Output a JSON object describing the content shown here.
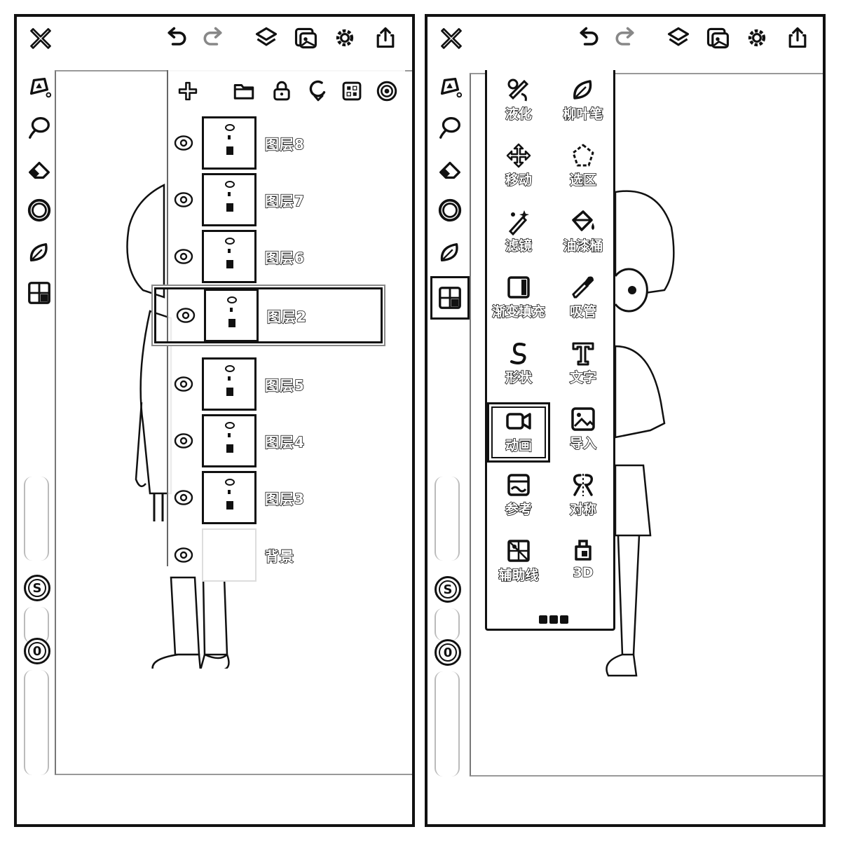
{
  "left_panel": {
    "layers_panel": {
      "layers": [
        {
          "name": "图层8"
        },
        {
          "name": "图层7"
        },
        {
          "name": "图层6"
        },
        {
          "name": "图层2",
          "selected": true
        },
        {
          "name": "图层5"
        },
        {
          "name": "图层4"
        },
        {
          "name": "图层3"
        },
        {
          "name": "背景"
        }
      ]
    },
    "badges": {
      "s": "S",
      "o": "0"
    }
  },
  "right_panel": {
    "tools": [
      {
        "label": "液化",
        "icon": "liquify-icon"
      },
      {
        "label": "柳叶笔",
        "icon": "leaf-pen-icon"
      },
      {
        "label": "移动",
        "icon": "move-icon"
      },
      {
        "label": "选区",
        "icon": "selection-icon"
      },
      {
        "label": "滤镜",
        "icon": "filter-wand-icon"
      },
      {
        "label": "油漆桶",
        "icon": "paint-bucket-icon"
      },
      {
        "label": "渐变填充",
        "icon": "gradient-fill-icon"
      },
      {
        "label": "吸管",
        "icon": "eyedropper-icon"
      },
      {
        "label": "形状",
        "icon": "shape-icon"
      },
      {
        "label": "文字",
        "icon": "text-icon"
      },
      {
        "label": "动画",
        "icon": "animation-camera-icon",
        "active": true
      },
      {
        "label": "导入",
        "icon": "import-image-icon"
      },
      {
        "label": "参考",
        "icon": "reference-icon"
      },
      {
        "label": "对称",
        "icon": "symmetry-icon"
      },
      {
        "label": "辅助线",
        "icon": "guide-lines-icon"
      },
      {
        "label": "3D",
        "icon": "3d-icon"
      }
    ],
    "badges": {
      "s": "S",
      "o": "0"
    }
  }
}
